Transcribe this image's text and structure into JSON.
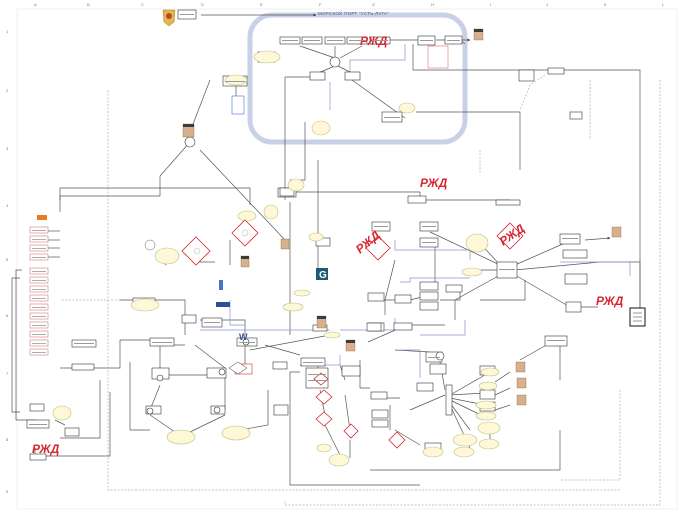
{
  "diagram": {
    "title": "МОРСКОЙ ПОРТ \"УСТЬ-ЛУГА\"",
    "top_caption": "",
    "columns": [
      "A",
      "B",
      "C",
      "D",
      "E",
      "F",
      "G",
      "H",
      "I",
      "J",
      "K",
      "L"
    ],
    "rows": [
      "1",
      "2",
      "3",
      "4",
      "5",
      "6",
      "7",
      "8",
      "9"
    ]
  },
  "colors": {
    "port_frame": "#c9d1e6",
    "rzd_red": "#d8262e",
    "ellipse_fill": "#fff8d8",
    "ellipse_stroke": "#b8c27a",
    "node_fill": "#ffffff",
    "node_stroke": "#333333",
    "diamond_stroke": "#d8262e",
    "blue_link": "#8893d6",
    "grey_link": "#555555"
  },
  "icons": [
    "coat-of-arms-icon",
    "rzd-logo-icon",
    "person-photo-icon",
    "g-logo-icon",
    "w-logo-icon",
    "document-icon"
  ]
}
